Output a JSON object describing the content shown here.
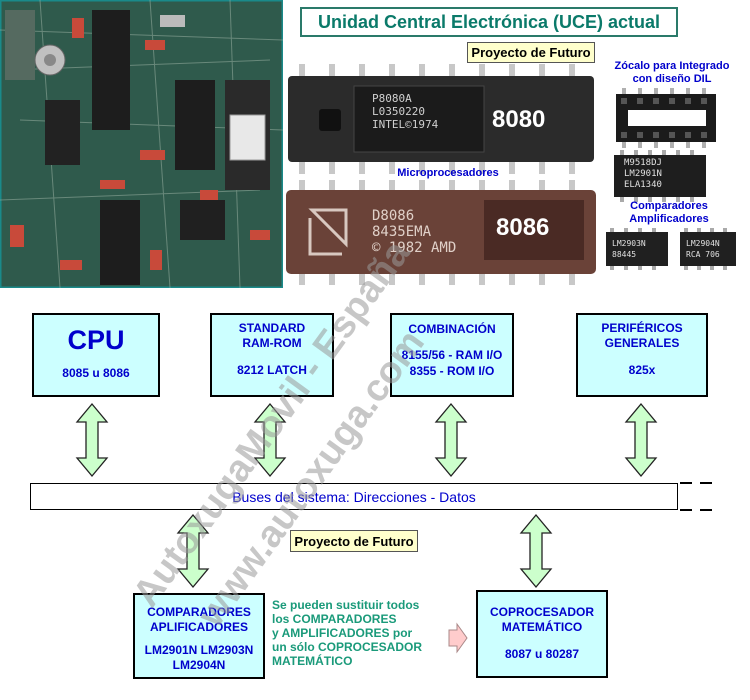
{
  "title": "Unidad Central Electrónica (UCE) actual",
  "top_tag": "Proyecto de Futuro",
  "middle_tag": "Proyecto de Futuro",
  "chips": {
    "chip_8080": {
      "marking": [
        "P8080A",
        "L0350220",
        "INTEL©1974"
      ],
      "number": "8080"
    },
    "chip_8086": {
      "marking": [
        "D8086",
        "8435EMA",
        "© 1982 AMD"
      ],
      "number": "8086"
    },
    "label_micro": "Microprocesadores",
    "label_zocalo": [
      "Zócalo para Integrado",
      "con diseño DIL"
    ],
    "label_comparadores": [
      "Comparadores",
      "Amplificadores"
    ],
    "ic_lm2901": [
      "M9518DJ",
      "LM2901N",
      "ELA1340"
    ],
    "ic_lm2903": [
      "LM2903N",
      "88445"
    ],
    "ic_lm2904": [
      "LM2904N",
      "RCA 706"
    ]
  },
  "blocks": {
    "cpu": {
      "title": "CPU",
      "sub": "8085 u 8086"
    },
    "standard": {
      "line1": "STANDARD",
      "line2": "RAM-ROM",
      "line3": "8212 LATCH"
    },
    "combinacion": {
      "line1": "COMBINACIÓN",
      "line2": "8155/56 - RAM I/O",
      "line3": "8355 - ROM I/O"
    },
    "perifericos": {
      "line1": "PERIFÉRICOS",
      "line2": "GENERALES",
      "line3": "825x"
    },
    "comparadores": {
      "line1": "COMPARADORES",
      "line2": "APLIFICADORES",
      "line3": "LM2901N LM2903N",
      "line4": "LM2904N"
    },
    "coprocesador": {
      "line1": "COPROCESADOR",
      "line2": "MATEMÁTICO",
      "line3": "8087 u  80287"
    }
  },
  "bus_label": "Buses del sistema: Direcciones - Datos",
  "note": [
    "Se pueden sustituir todos",
    "los COMPARADORES",
    "y AMPLIFICADORES por",
    "un sólo COPROCESADOR",
    "MATEMÁTICO"
  ],
  "watermark": [
    "AutoxugaMovil - España",
    "www.autoxuga.com"
  ],
  "colors": {
    "block_fill": "#ccffff",
    "arrow_fill": "#ccffcc",
    "text_blue": "#0000cc",
    "title_teal": "#0b7a6a",
    "tag_fill": "#ffffcc"
  }
}
